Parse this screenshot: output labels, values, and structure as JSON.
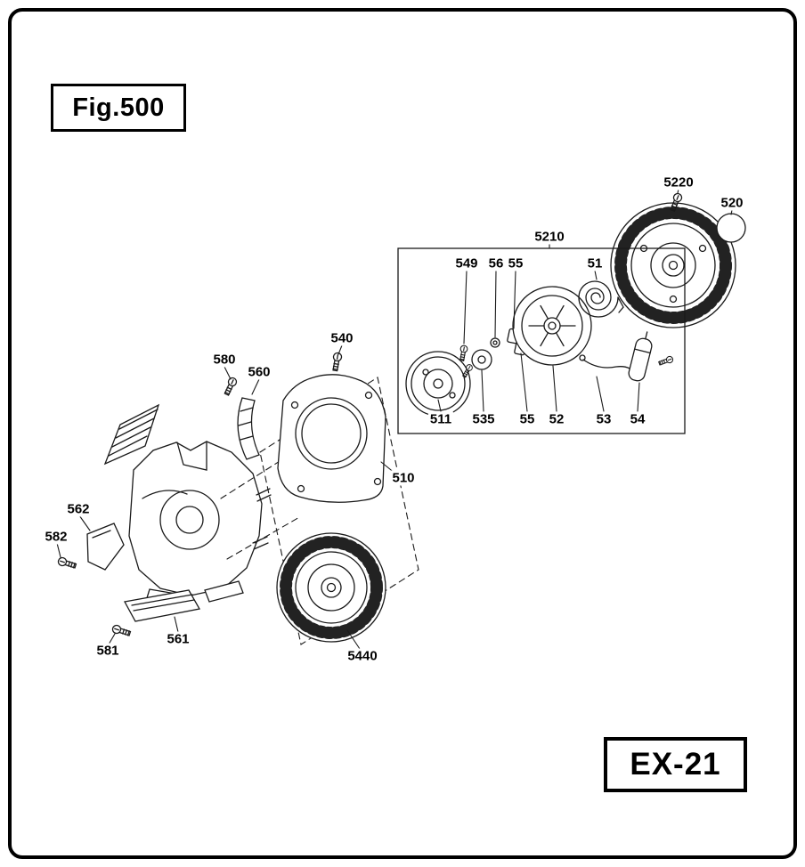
{
  "figure": {
    "title": "Fig.500",
    "model_code": "EX-21"
  },
  "part_labels": {
    "p5220": "5220",
    "p520": "520",
    "p5210": "5210",
    "p549": "549",
    "p56": "56",
    "p55_top": "55",
    "p51": "51",
    "p511": "511",
    "p535": "535",
    "p55_bottom": "55",
    "p52": "52",
    "p53": "53",
    "p54": "54",
    "p540": "540",
    "p580": "580",
    "p560": "560",
    "p510": "510",
    "p562": "562",
    "p582": "582",
    "p561": "561",
    "p581": "581",
    "p5440": "5440"
  },
  "diagram": {
    "line_color": "#1a1a1a",
    "background": "#ffffff"
  }
}
